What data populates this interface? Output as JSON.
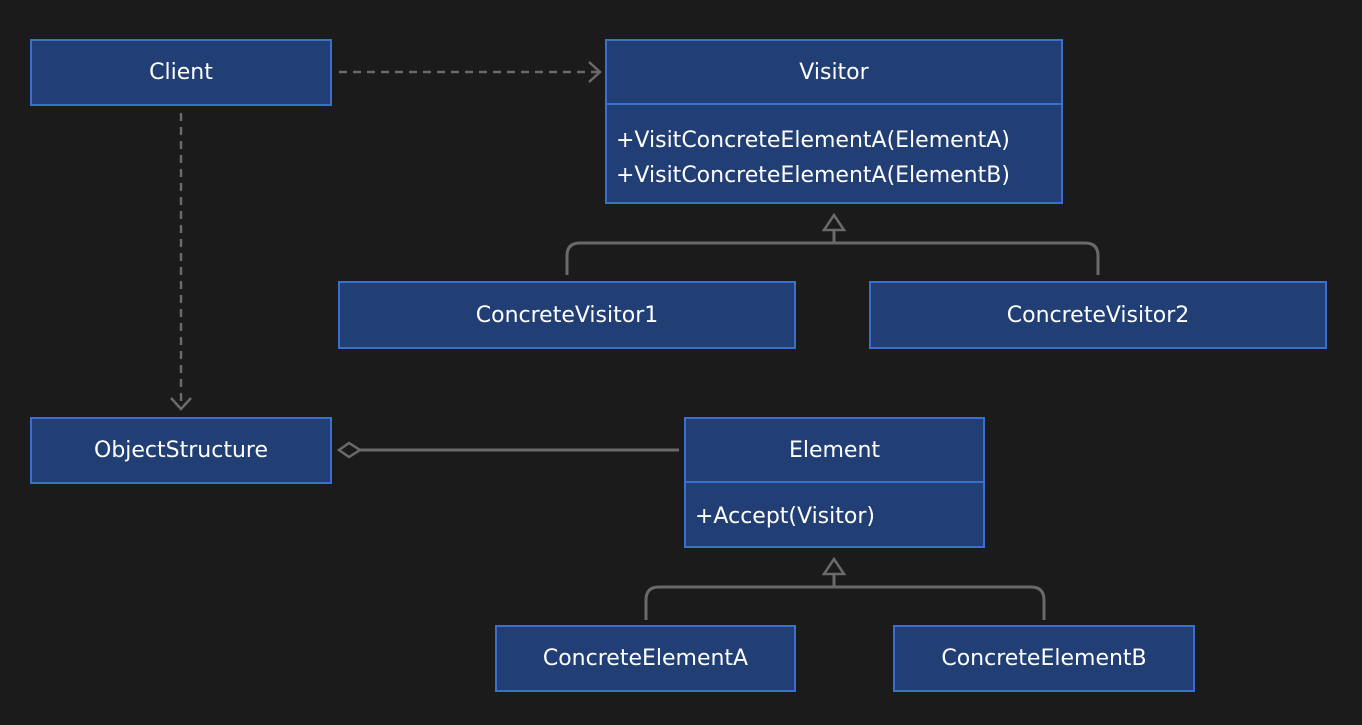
{
  "colors": {
    "background": "#1b1b1b",
    "box_fill": "#213e75",
    "box_border": "#3a6fd1",
    "connector": "#6a6a6a",
    "text": "#ffffff"
  },
  "client": {
    "title": "Client"
  },
  "visitor": {
    "title": "Visitor",
    "methods": [
      "+VisitConcreteElementA(ElementA)",
      "+VisitConcreteElementA(ElementB)"
    ]
  },
  "concrete_visitor_1": {
    "title": "ConcreteVisitor1"
  },
  "concrete_visitor_2": {
    "title": "ConcreteVisitor2"
  },
  "object_structure": {
    "title": "ObjectStructure"
  },
  "element": {
    "title": "Element",
    "methods": [
      "+Accept(Visitor)"
    ]
  },
  "concrete_element_a": {
    "title": "ConcreteElementA"
  },
  "concrete_element_b": {
    "title": "ConcreteElementB"
  },
  "relationships": [
    {
      "from": "Client",
      "to": "Visitor",
      "kind": "dependency"
    },
    {
      "from": "Client",
      "to": "ObjectStructure",
      "kind": "dependency"
    },
    {
      "from": "ConcreteVisitor1",
      "to": "Visitor",
      "kind": "generalization"
    },
    {
      "from": "ConcreteVisitor2",
      "to": "Visitor",
      "kind": "generalization"
    },
    {
      "from": "ObjectStructure",
      "to": "Element",
      "kind": "aggregation"
    },
    {
      "from": "ConcreteElementA",
      "to": "Element",
      "kind": "generalization"
    },
    {
      "from": "ConcreteElementB",
      "to": "Element",
      "kind": "generalization"
    }
  ]
}
